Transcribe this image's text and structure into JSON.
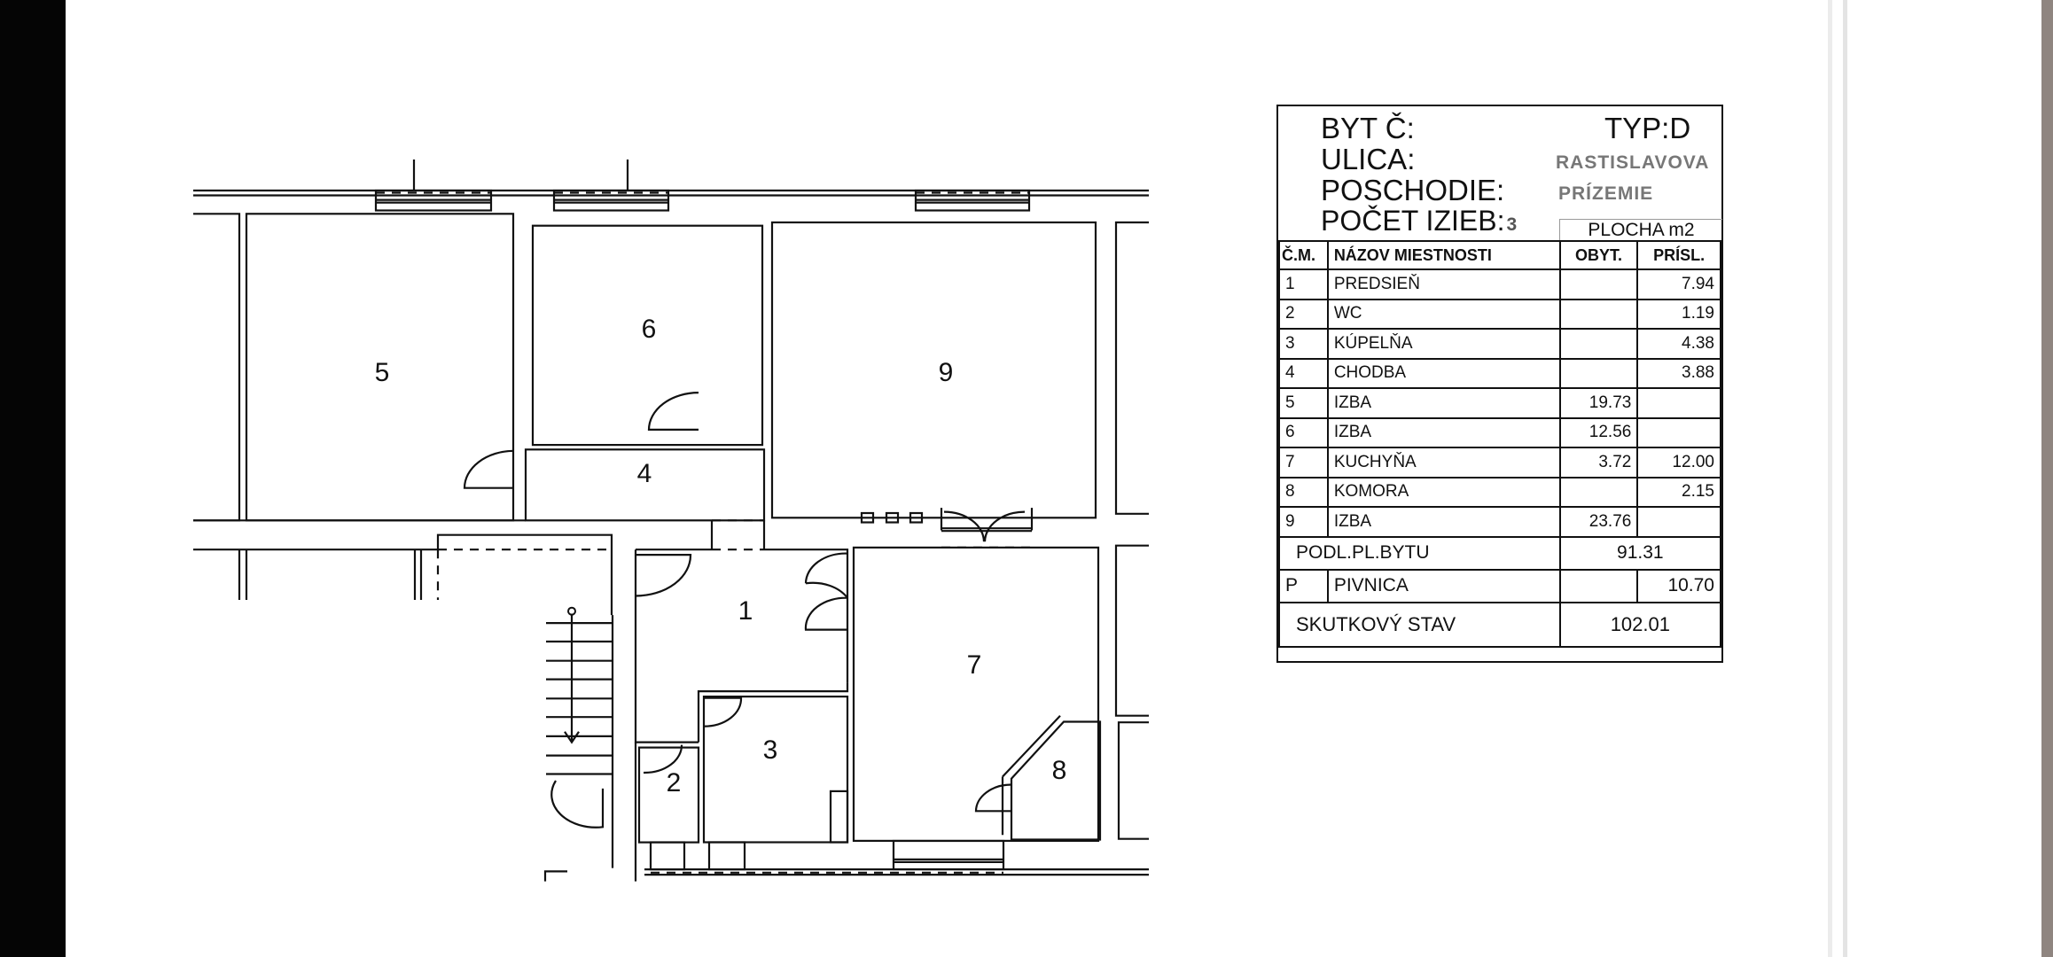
{
  "plan": {
    "rooms": {
      "r1": "1",
      "r2": "2",
      "r3": "3",
      "r4": "4",
      "r5": "5",
      "r6": "6",
      "r7": "7",
      "r8": "8",
      "r9": "9"
    }
  },
  "table": {
    "byt": "BYT Č:",
    "typ": "TYP:D",
    "ulica": "ULICA:",
    "ulica_value": "RASTISLAVOVA",
    "poschodie": "POSCHODIE:",
    "poschodie_value": "PRÍZEMIE",
    "pocet": "POČET IZIEB:",
    "pocet_value": "3",
    "plocha": "PLOCHA m2",
    "headers": {
      "cm": "Č.M.",
      "nazov": "NÁZOV MIESTNOSTI",
      "obyt": "OBYT.",
      "prisl": "PRÍSL."
    },
    "rows": [
      {
        "cm": "1",
        "nazov": "PREDSIEŇ",
        "obyt": "",
        "prisl": "7.94"
      },
      {
        "cm": "2",
        "nazov": "WC",
        "obyt": "",
        "prisl": "1.19"
      },
      {
        "cm": "3",
        "nazov": "KÚPELŇA",
        "obyt": "",
        "prisl": "4.38"
      },
      {
        "cm": "4",
        "nazov": "CHODBA",
        "obyt": "",
        "prisl": "3.88"
      },
      {
        "cm": "5",
        "nazov": "IZBA",
        "obyt": "19.73",
        "prisl": ""
      },
      {
        "cm": "6",
        "nazov": "IZBA",
        "obyt": "12.56",
        "prisl": ""
      },
      {
        "cm": "7",
        "nazov": "KUCHYŇA",
        "obyt": "3.72",
        "prisl": "12.00"
      },
      {
        "cm": "8",
        "nazov": "KOMORA",
        "obyt": "",
        "prisl": "2.15"
      },
      {
        "cm": "9",
        "nazov": "IZBA",
        "obyt": "23.76",
        "prisl": ""
      }
    ],
    "podl_label": "PODL.PL.BYTU",
    "podl_value": "91.31",
    "pivnica_cm": "P",
    "pivnica_label": "PIVNICA",
    "pivnica_value": "10.70",
    "skutkovy_label": "SKUTKOVÝ STAV",
    "skutkovy_value": "102.01"
  }
}
